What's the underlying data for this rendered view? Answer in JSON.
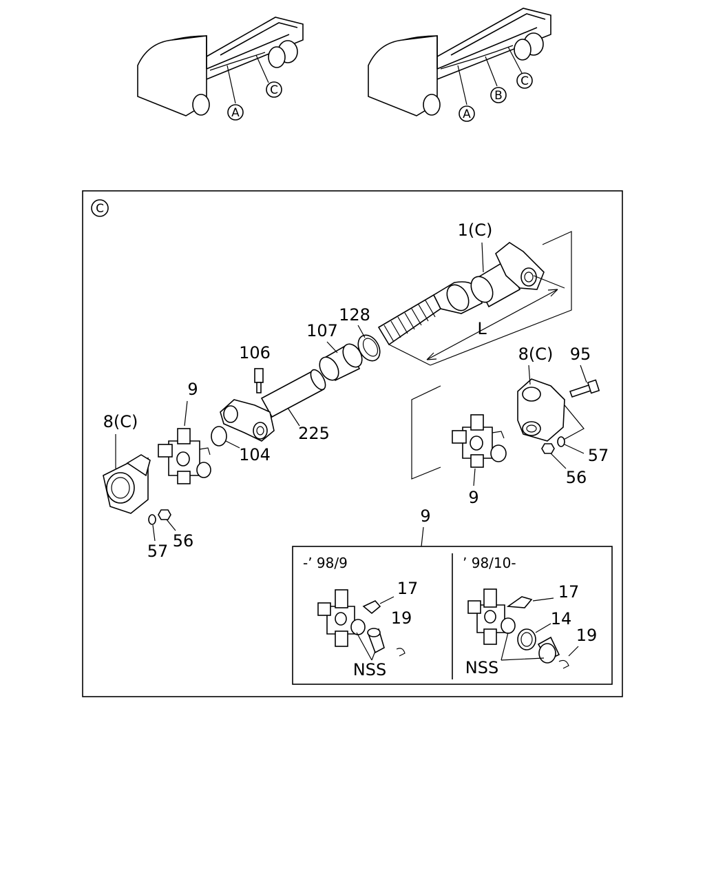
{
  "overview": {
    "left_callouts": [
      "A",
      "C"
    ],
    "right_callouts": [
      "A",
      "B",
      "C"
    ]
  },
  "detail": {
    "view_marker": "C",
    "labels": {
      "yoke_end": "1(C)",
      "dim_length": "L",
      "sleeve_128": "128",
      "boot_107": "107",
      "grease_106": "106",
      "spider_left": "9",
      "flange_left": "8(C)",
      "ring_104": "104",
      "tube_225": "225",
      "washer_left": "57",
      "nut_left": "56",
      "flange_right": "8(C)",
      "bolt_95": "95",
      "washer_right": "57",
      "nut_right": "56",
      "spider_right": "9",
      "kit_ref": "9"
    },
    "inset_left": {
      "title": "-’ 98/9",
      "fitting": "17",
      "clip": "19",
      "nss": "NSS"
    },
    "inset_right": {
      "title": "’ 98/10-",
      "fitting": "17",
      "seal": "14",
      "clip": "19",
      "nss": "NSS"
    }
  },
  "colors": {
    "line": "#000000",
    "background": "#ffffff"
  }
}
